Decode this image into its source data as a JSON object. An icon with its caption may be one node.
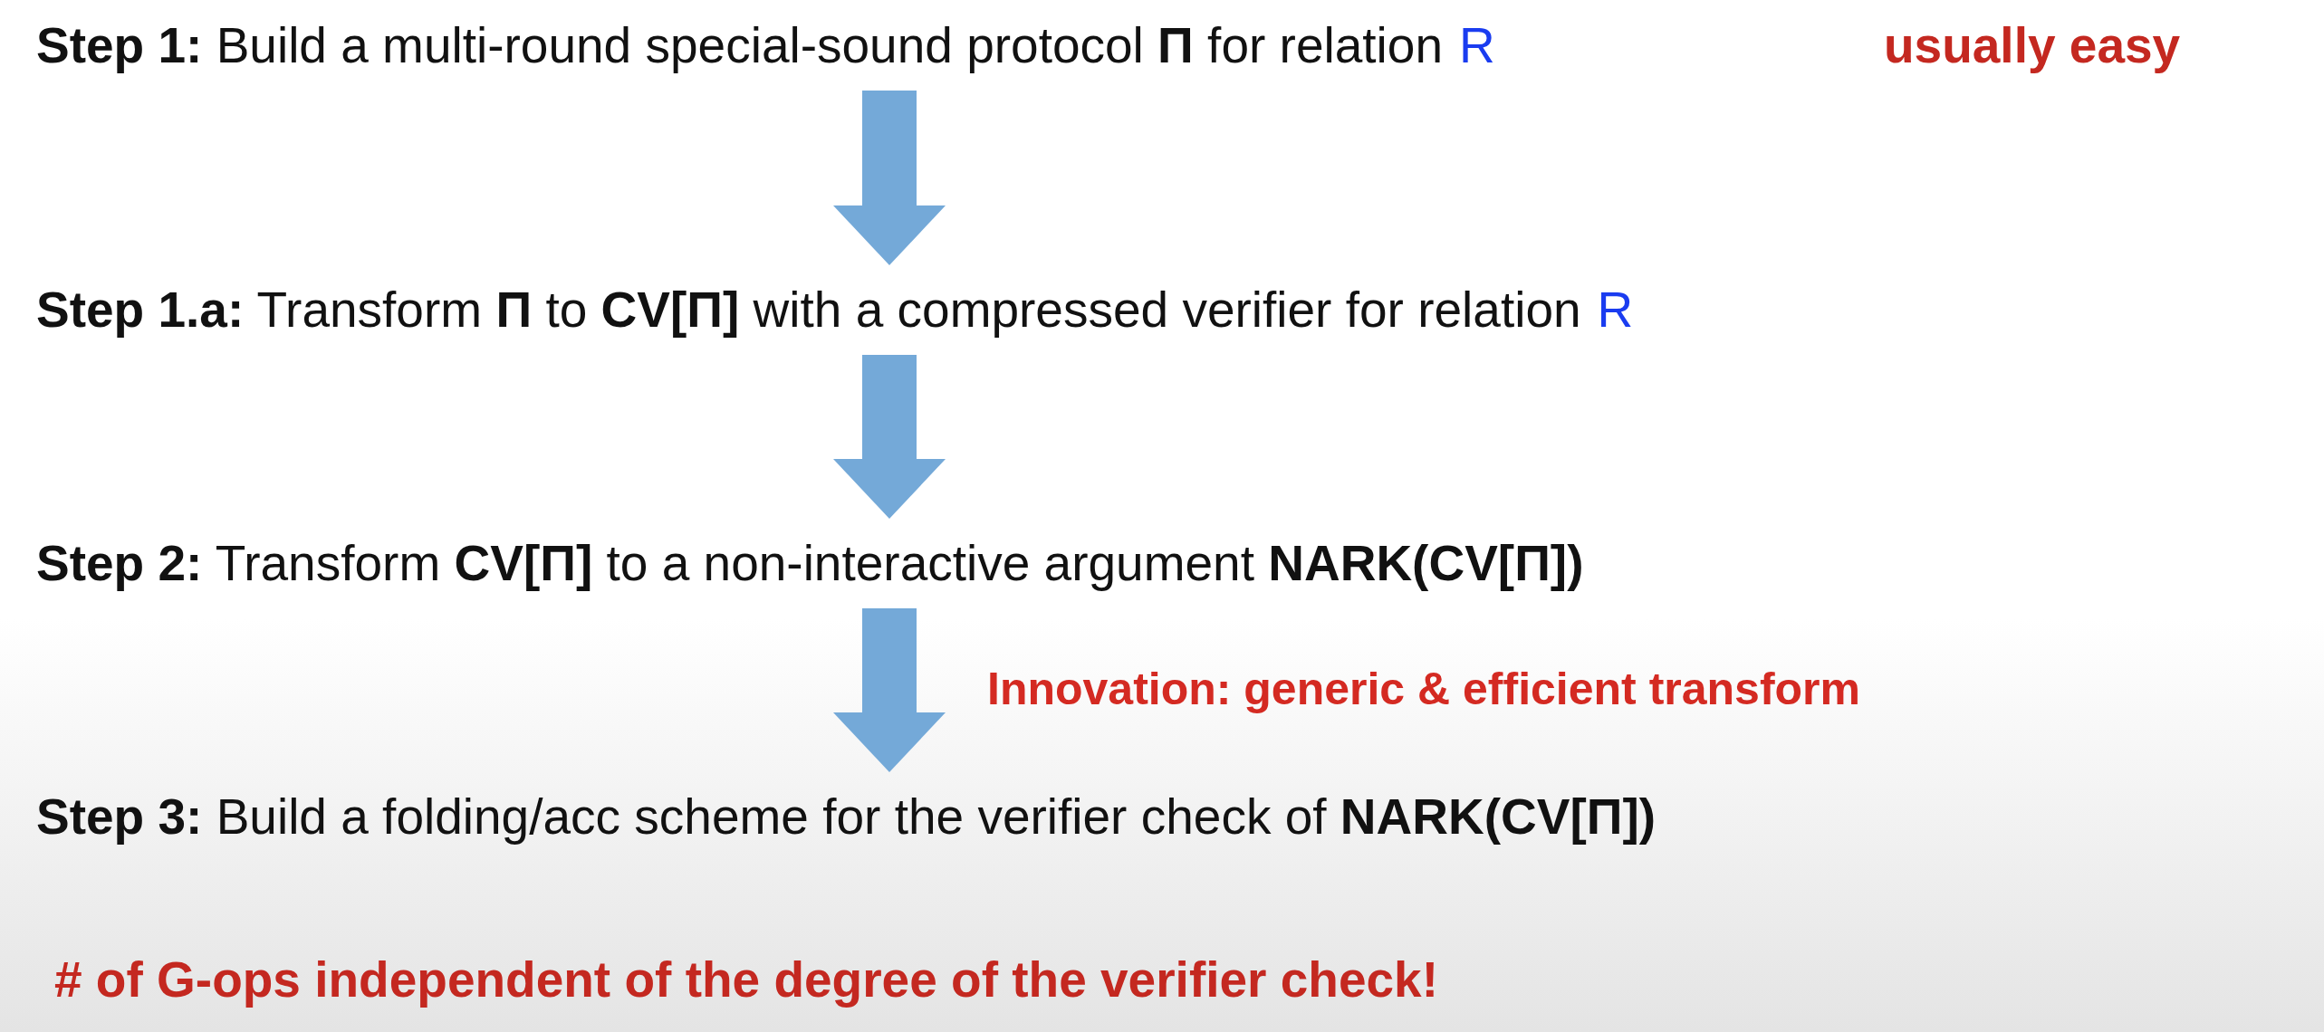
{
  "diagram": {
    "nodes": [
      {
        "text": [
          "**Step 1:** Build a multi-round special-sound protocol **Π** for relation",
          "R"
        ]
      },
      {
        "text": [
          "**Step 1.a:** Transform **Π** to **CV[Π]** with a compressed verifier for relation",
          "R"
        ]
      },
      {
        "text": [
          "**Step 2:** Transform **CV[Π]** to a non-interactive argument **NARK(CV[Π])**"
        ]
      },
      {
        "text": [
          "**Step 3:** Build a folding/acc scheme for the verifier check of **NARK(CV[Π])**"
        ]
      }
    ],
    "edges": [
      {
        "from": 0,
        "to": 1,
        "arrow": "to"
      },
      {
        "from": 1,
        "to": 2,
        "arrow": "to"
      },
      {
        "from": 2,
        "to": 3,
        "arrow": "to",
        "label": "Innovation: generic & efficient transform"
      }
    ],
    "labels": [
      "usually easy",
      "# of G-ops independent of the degree of the verifier check!"
    ]
  }
}
